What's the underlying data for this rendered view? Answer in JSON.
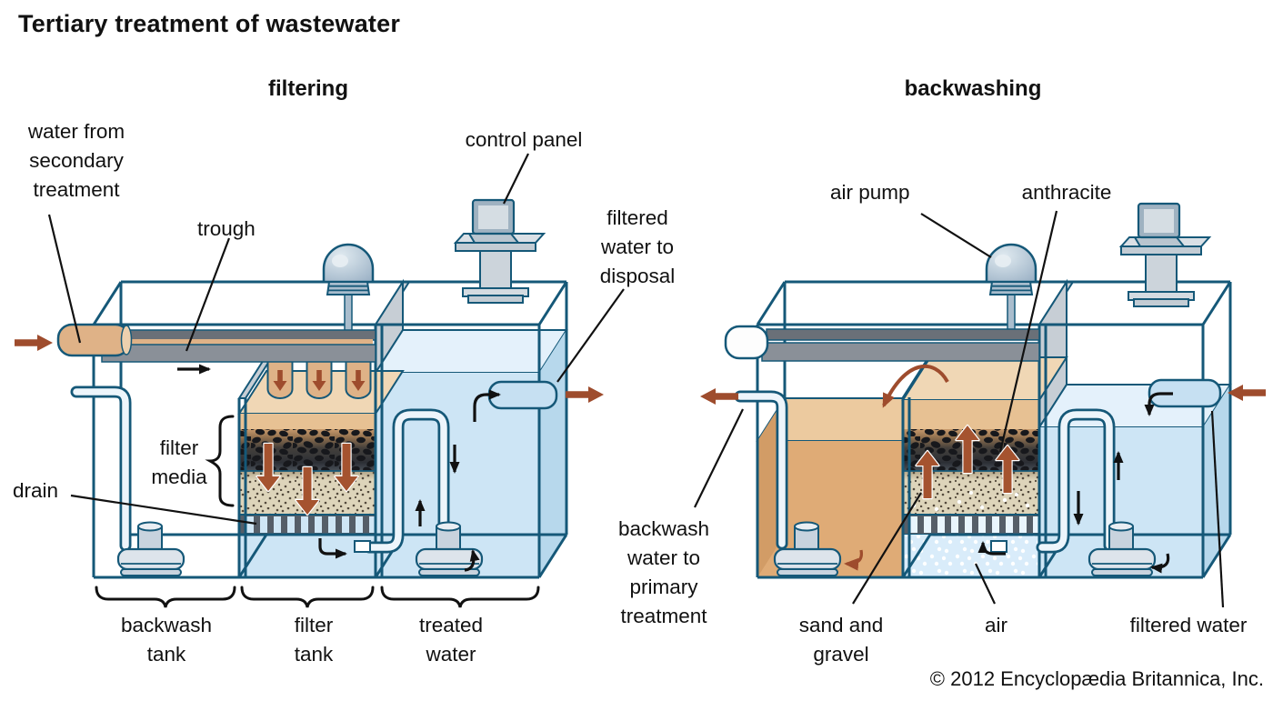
{
  "title": "Tertiary treatment of wastewater",
  "sections": {
    "left": "filtering",
    "right": "backwashing"
  },
  "labels": {
    "water_from_secondary": "water from secondary treatment",
    "trough": "trough",
    "control_panel": "control panel",
    "filtered_water_to_disposal": "filtered water to disposal",
    "filter_media": "filter media",
    "drain": "drain",
    "backwash_tank": "backwash tank",
    "filter_tank": "filter tank",
    "treated_water": "treated water",
    "air_pump": "air pump",
    "anthracite": "anthracite",
    "backwash_water_to_primary": "backwash water to primary treatment",
    "sand_and_gravel": "sand and gravel",
    "air": "air",
    "filtered_water": "filtered water"
  },
  "copyright": "© 2012 Encyclopædia Britannica, Inc.",
  "colors": {
    "outline": "#155878",
    "water": "#cde5f5",
    "water_top": "#e4f1fb",
    "tan_water": "#dfab76",
    "tan_water_top": "#ecca9f",
    "filter_water": "#e7c193",
    "filter_water_top": "#f0d7b5",
    "trough_gray": "#8a9098",
    "drain_gray": "#555e68",
    "sand": "#ddd4ba",
    "arrow_brown": "#9e4c2d",
    "arrow_black": "#111111",
    "metal": "#d7dee5",
    "text": "#111111"
  }
}
